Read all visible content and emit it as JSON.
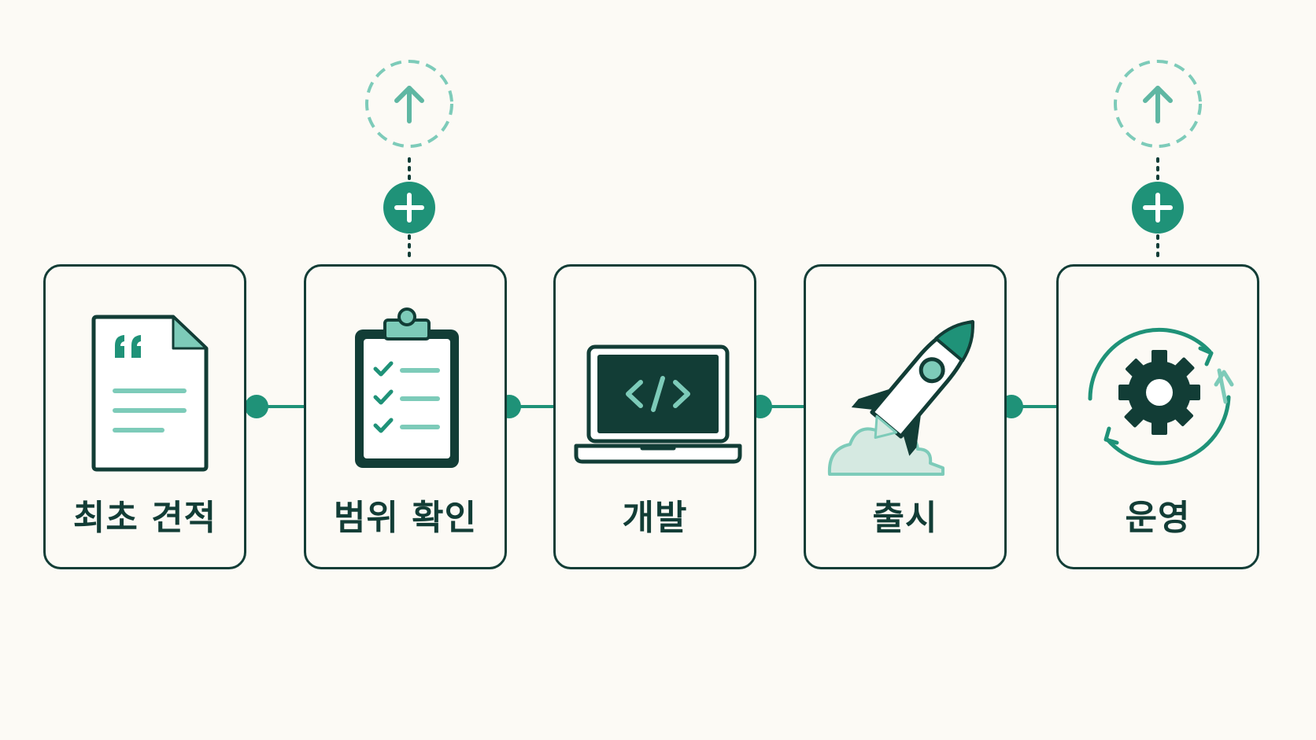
{
  "colors": {
    "dark": "#123d36",
    "accent": "#1f9278",
    "light_accent": "#7dcbb9",
    "cloud": "#d5e9e1",
    "background": "#fcfaf5"
  },
  "steps": [
    {
      "label": "최초 견적",
      "icon": "quote-document-icon"
    },
    {
      "label": "범위 확인",
      "icon": "checklist-clipboard-icon"
    },
    {
      "label": "개발",
      "icon": "laptop-code-icon"
    },
    {
      "label": "출시",
      "icon": "rocket-launch-icon"
    },
    {
      "label": "운영",
      "icon": "gear-cycle-icon"
    }
  ],
  "addons": [
    {
      "after_step": "범위 확인",
      "icons": [
        "plus-icon",
        "upgrade-arrow-icon"
      ]
    },
    {
      "after_step": "운영",
      "icons": [
        "plus-icon",
        "upgrade-arrow-icon"
      ]
    }
  ]
}
